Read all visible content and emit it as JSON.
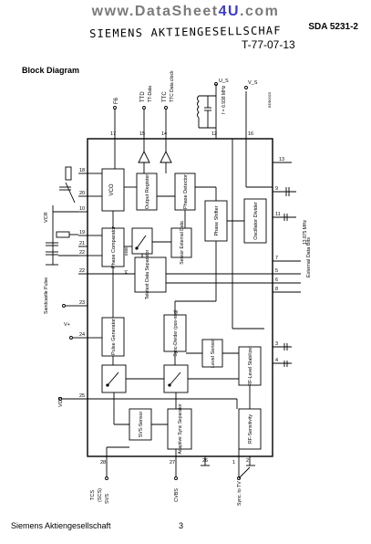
{
  "header": {
    "site_prefix": "www.DataSheet",
    "site_accent": "4U",
    "site_suffix": ".com",
    "part_number": "SDA 5231-2",
    "company": "SIEMENS AKTIENGESELLSCHAF",
    "handwritten_number": "T-77-07-13"
  },
  "section_title": "Block Diagram",
  "diagram": {
    "blocks": {
      "vco": "VCO",
      "output_register": "Output Register",
      "phase_detector": "Phase Detector",
      "phase_comparator": "Phase Comparator",
      "sensor_external_data": "Sensor External Data",
      "phase_shifter": "Phase Shifter",
      "oscillator_divider": "Oscillator Divider",
      "teletext_data_separator": "Teletext Data Separator",
      "pulse_generator": "Pulse Generator",
      "sync_divider": "Sync-Divider (pos-neg)",
      "level_sensor": "Level Sensor",
      "rf_level_stabilizer": "RF-Level Stabilizer",
      "svs_sensor": "SVS-Sensor",
      "adaptive_sync_separator": "Adaptive Sync Separator",
      "rf_sensitivity": "RF-Sensitivity"
    },
    "top_labels": {
      "f6": "F6",
      "ttd": "TTD",
      "ttd_sub": "TT-Data",
      "ttc": "TTC",
      "ttc_sub": "TTC Data clock",
      "us": "U_S",
      "vs": "V_S",
      "crystal": "f = 6.938 MHz"
    },
    "left_labels": {
      "vcr": "VCR",
      "sandcastle": "Sandcastle Pulse",
      "vplus": "V+",
      "vcs": "VCS"
    },
    "right_labels": {
      "freq": "13.875 MHz",
      "external_data_bits": "External Data Bits"
    },
    "bottom_labels": {
      "tcs": "TCS",
      "scs": "(SCS)",
      "svs": "SVS",
      "cvbs": "CVBS",
      "sync_to_tv": "Sync. to TV"
    },
    "small_labels": {
      "ebb": "EBB",
      "pl": "Pl"
    },
    "code": "BDB0020"
  },
  "footer": {
    "company": "Siemens Aktiengesellschaft",
    "page_number": "3"
  }
}
